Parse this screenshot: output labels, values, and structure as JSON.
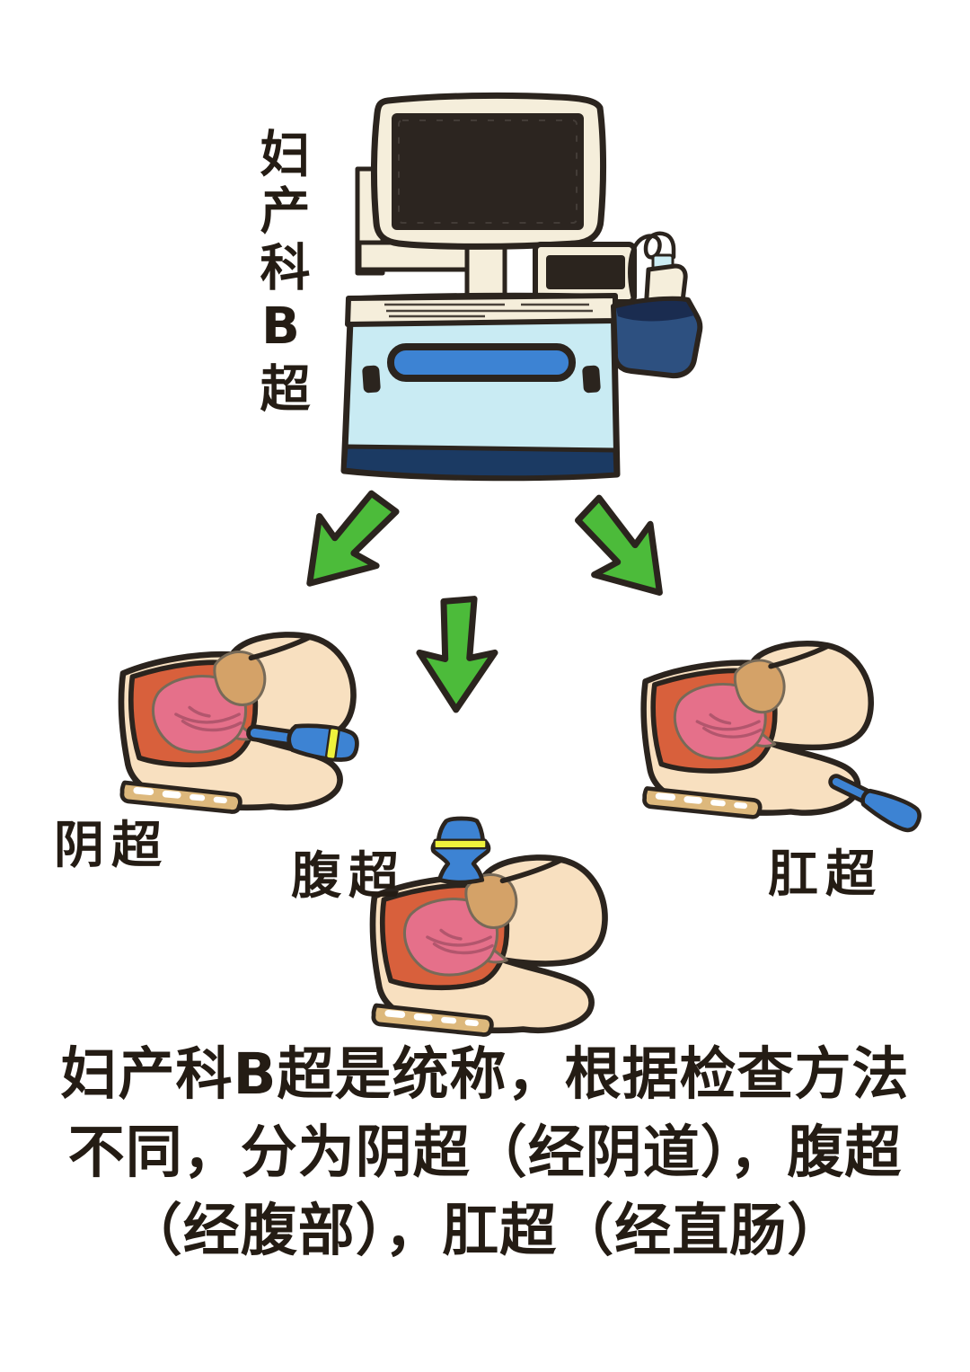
{
  "title": {
    "vertical_text": "妇产科B超"
  },
  "labels": {
    "vaginal": "阴超",
    "abdominal": "腹超",
    "rectal": "肛超"
  },
  "caption": {
    "lines": [
      "妇产科B超是统称，根据检查方法",
      "不同，分为阴超（经阴道），腹超",
      "（经腹部），肛超（经直肠）"
    ]
  },
  "illustrations": {
    "machine": "B-ultrasound machine with monitor, control panel, probe and holder",
    "vaginal": "pelvic cross-section with transvaginal probe",
    "abdominal": "pelvic cross-section with transabdominal probe on belly",
    "rectal": "pelvic cross-section with transrectal probe"
  },
  "colors": {
    "outline": "#2b241e",
    "skin": "#f8e0c0",
    "flesh_red": "#d8603c",
    "uterus_pink": "#e5708a",
    "uterus_line": "#b2566d",
    "bowel_tan": "#d4a268",
    "table_tan": "#ddb87c",
    "probe_blue": "#3d83d3",
    "probe_band_yellow": "#eef23c",
    "arrow_green": "#4cbb3a",
    "machine_cream": "#f5eedb",
    "machine_light_blue": "#c9ebf3",
    "machine_navy": "#1b3a63",
    "holder_blue": "#2d5080",
    "holder_navy": "#1a2c50",
    "screen_dark": "#2c2520",
    "slot_blue": "#3d83d3",
    "probe_tip_cyan": "#cdeef5",
    "text": "#241c14",
    "background": "#ffffff"
  }
}
